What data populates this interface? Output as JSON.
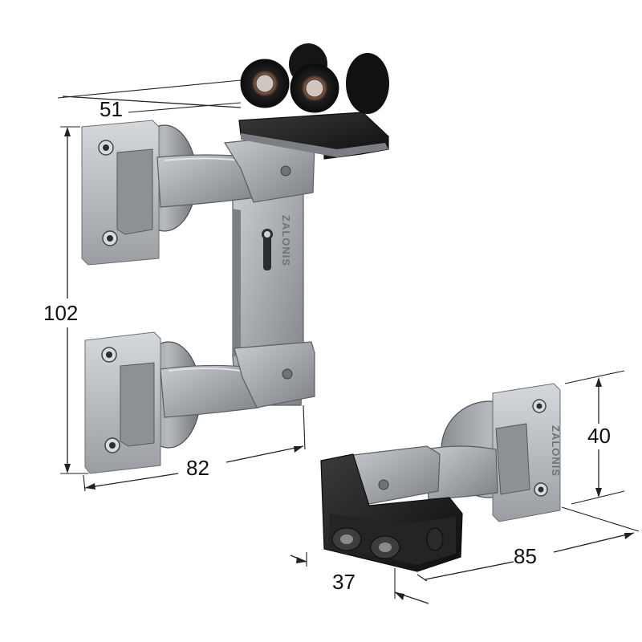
{
  "dimensions": {
    "width_top": "51",
    "height_left": "102",
    "width_bottom": "82",
    "height_right": "40",
    "depth_right": "85",
    "offset_right": "37"
  },
  "brand_text": "ZALONIS",
  "colors": {
    "metal": "#a9adb1",
    "plastic": "#1b1b1b",
    "line": "#222222"
  }
}
